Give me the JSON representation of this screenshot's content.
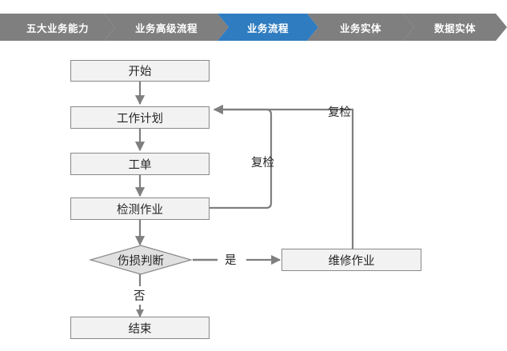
{
  "breadcrumb": {
    "items": [
      {
        "label": "五大业务能力",
        "active": false
      },
      {
        "label": "业务高级流程",
        "active": false
      },
      {
        "label": "业务流程",
        "active": true
      },
      {
        "label": "业务实体",
        "active": false
      },
      {
        "label": "数据实体",
        "active": false
      }
    ],
    "colors": {
      "inactive": "#7f7f7f",
      "active": "#2f7cc0",
      "text": "#ffffff"
    }
  },
  "flowchart": {
    "title": "业务流程",
    "colors": {
      "node_fill": "#f2f2f2",
      "node_border": "#898989",
      "connector": "#7f7f7f",
      "text": "#262626"
    },
    "nodes": {
      "start": {
        "label": "开始",
        "shape": "rect"
      },
      "work_plan": {
        "label": "工作计划",
        "shape": "rect"
      },
      "work_order": {
        "label": "工单",
        "shape": "rect"
      },
      "inspection": {
        "label": "检测作业",
        "shape": "rect"
      },
      "damage_decision": {
        "label": "伤损判断",
        "shape": "diamond"
      },
      "repair": {
        "label": "维修作业",
        "shape": "rect"
      },
      "end": {
        "label": "结束",
        "shape": "rect"
      }
    },
    "edge_labels": {
      "reinspect_outer": "复检",
      "reinspect_inner": "复检",
      "yes": "是",
      "no": "否"
    }
  }
}
